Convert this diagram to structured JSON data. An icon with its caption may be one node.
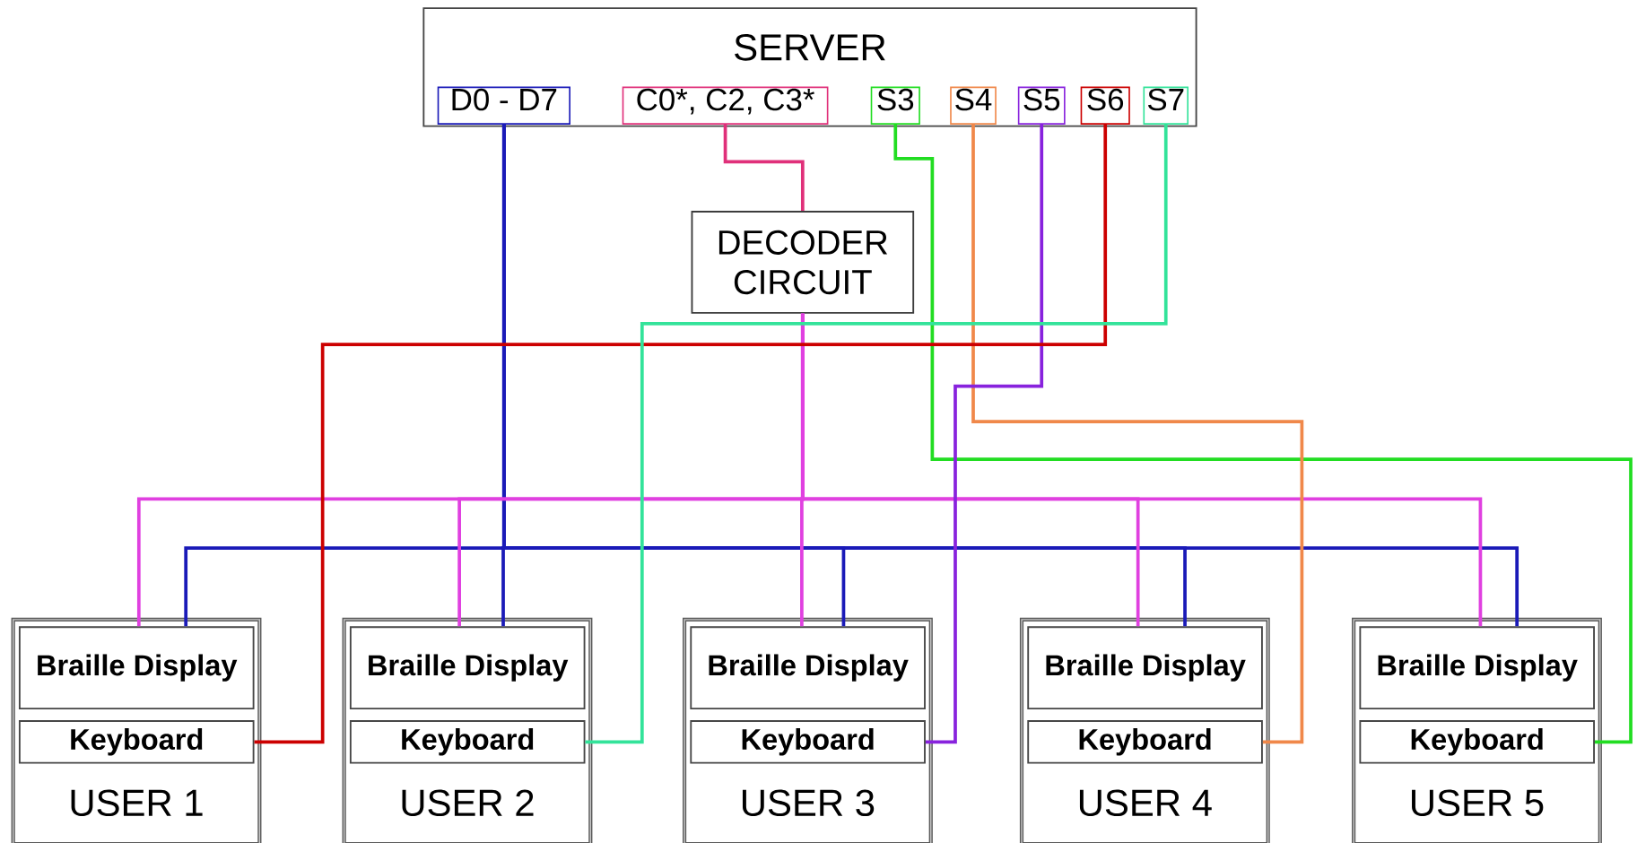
{
  "diagram": {
    "nodes": [
      {
        "text": [
          "SERVER"
        ]
      },
      {
        "text": [
          "D0 - D7"
        ],
        "in": 0
      },
      {
        "text": [
          "C0*, C2, C3*"
        ],
        "in": 0
      },
      {
        "text": [
          "S3"
        ],
        "in": 0
      },
      {
        "text": [
          "S4"
        ],
        "in": 0
      },
      {
        "text": [
          "S5"
        ],
        "in": 0
      },
      {
        "text": [
          "S6"
        ],
        "in": 0
      },
      {
        "text": [
          "S7"
        ],
        "in": 0
      },
      {
        "text": [
          "DECODER CIRCUIT"
        ]
      },
      {
        "text": [
          "USER 1"
        ]
      },
      {
        "text": [
          "Braille Display"
        ],
        "in": 9
      },
      {
        "text": [
          "Keyboard"
        ],
        "in": 9
      },
      {
        "text": [
          "USER 2"
        ]
      },
      {
        "text": [
          "Braille Display"
        ],
        "in": 12
      },
      {
        "text": [
          "Keyboard"
        ],
        "in": 12
      },
      {
        "text": [
          "USER 3"
        ]
      },
      {
        "text": [
          "Braille Display"
        ],
        "in": 15
      },
      {
        "text": [
          "Keyboard"
        ],
        "in": 15
      },
      {
        "text": [
          "USER 4"
        ]
      },
      {
        "text": [
          "Braille Display"
        ],
        "in": 18
      },
      {
        "text": [
          "Keyboard"
        ],
        "in": 18
      },
      {
        "text": [
          "USER 5"
        ]
      },
      {
        "text": [
          "Braille Display"
        ],
        "in": 21
      },
      {
        "text": [
          "Keyboard"
        ],
        "in": 21
      }
    ],
    "edges": [
      {
        "from": 1,
        "to": 10,
        "arrow": "none",
        "color": "#1a1ab8"
      },
      {
        "from": 1,
        "to": 13,
        "arrow": "none",
        "color": "#1a1ab8"
      },
      {
        "from": 1,
        "to": 16,
        "arrow": "none",
        "color": "#1a1ab8"
      },
      {
        "from": 1,
        "to": 19,
        "arrow": "none",
        "color": "#1a1ab8"
      },
      {
        "from": 1,
        "to": 22,
        "arrow": "none",
        "color": "#1a1ab8"
      },
      {
        "from": 2,
        "to": 8,
        "arrow": "none",
        "color": "#e0307a"
      },
      {
        "from": 8,
        "to": 10,
        "arrow": "none",
        "color": "#e040e0"
      },
      {
        "from": 8,
        "to": 13,
        "arrow": "none",
        "color": "#e040e0"
      },
      {
        "from": 8,
        "to": 16,
        "arrow": "none",
        "color": "#e040e0"
      },
      {
        "from": 8,
        "to": 19,
        "arrow": "none",
        "color": "#e040e0"
      },
      {
        "from": 8,
        "to": 22,
        "arrow": "none",
        "color": "#e040e0"
      },
      {
        "from": 3,
        "to": 23,
        "arrow": "none",
        "color": "#22dd22"
      },
      {
        "from": 4,
        "to": 20,
        "arrow": "none",
        "color": "#f0884a"
      },
      {
        "from": 5,
        "to": 17,
        "arrow": "none",
        "color": "#8822dd"
      },
      {
        "from": 6,
        "to": 11,
        "arrow": "none",
        "color": "#cc0000"
      },
      {
        "from": 7,
        "to": 14,
        "arrow": "none",
        "color": "#33e39a"
      }
    ]
  }
}
